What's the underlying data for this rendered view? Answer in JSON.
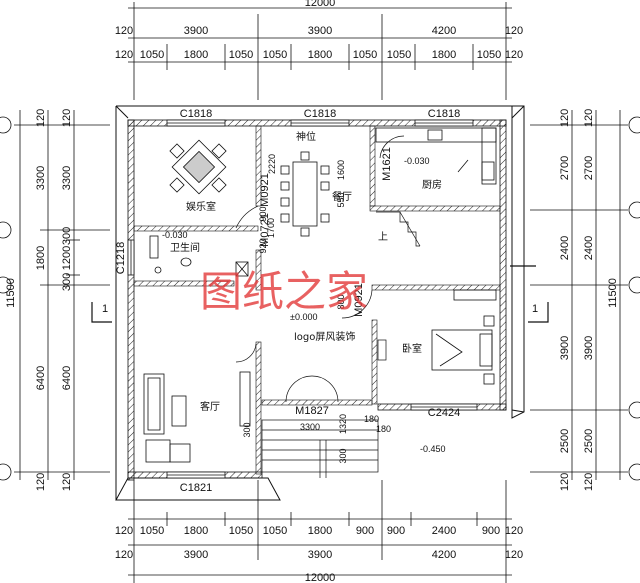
{
  "watermark": "图纸之家",
  "dims_top_total": "12000",
  "dims_top_row1": [
    "120",
    "3900",
    "3900",
    "4200",
    "120"
  ],
  "dims_top_row2": [
    "120",
    "1050",
    "1800",
    "1050",
    "1050",
    "1800",
    "1050",
    "1050",
    "1800",
    "1050",
    "120"
  ],
  "dims_bottom_row2": [
    "120",
    "1050",
    "1800",
    "1050",
    "1050",
    "1800",
    "900",
    "900",
    "2400",
    "900",
    "120"
  ],
  "dims_bottom_row1": [
    "120",
    "3900",
    "3900",
    "4200",
    "120"
  ],
  "dims_bottom_total": "12000",
  "dims_left_outer": [
    "120",
    "3300",
    "1800",
    "6400",
    "120"
  ],
  "dims_left_inner": [
    "120",
    "3300",
    "300",
    "1200",
    "300",
    "6400",
    "120"
  ],
  "dims_left_total": "11500",
  "dims_right_inner": [
    "120",
    "2700",
    "2400",
    "3900",
    "2500",
    "120"
  ],
  "dims_right_outer": [
    "120",
    "2700",
    "2400",
    "3900",
    "2500",
    "120"
  ],
  "dims_right_total": "11500",
  "windows": {
    "c1818_a": "C1818",
    "c1818_b": "C1818",
    "c1818_c": "C1818",
    "c1218": "C1218",
    "c1821": "C1821",
    "c2424": "C2424"
  },
  "doors": {
    "m1621": "M1621",
    "m0721": "M0721",
    "m0921_a": "M0921",
    "m0921_b": "M0921",
    "m1827": "M1827"
  },
  "rooms": {
    "entertainment": "娱乐室",
    "bathroom": "卫生间",
    "dining": "餐厅",
    "kitchen": "厨房",
    "living": "客厅",
    "bedroom": "卧室",
    "shrine": "神位",
    "up": "上"
  },
  "annotations": {
    "logo": "logo屏风装饰",
    "elev_zero": "±0.000",
    "elev_kitchen": "-0.030",
    "elev_bath": "-0.030",
    "elev_outside": "-0.450",
    "section_marker": "1",
    "d2220": "2220",
    "d1600": "1600",
    "d550": "550",
    "d920": "920",
    "d900": "900",
    "d1700": "1700",
    "d800": "800",
    "d3300": "3300",
    "d1320": "1320",
    "d180": "180",
    "d180b": "180",
    "d300": "300",
    "d300b": "300"
  }
}
